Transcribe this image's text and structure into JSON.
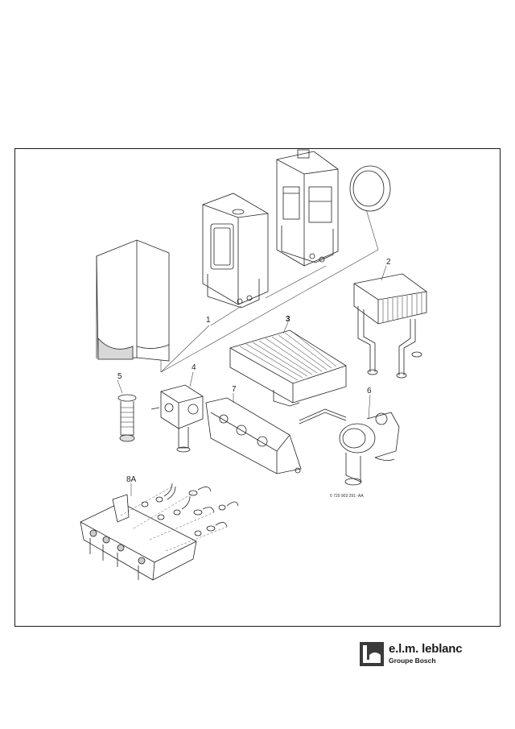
{
  "callouts": {
    "c1": "1",
    "c2": "2",
    "c3": "3",
    "c4": "4",
    "c5": "5",
    "c6": "6",
    "c7": "7",
    "c8a": "8A"
  },
  "reference_code": "6 720 903 291 -AA",
  "brand": {
    "name": "e.l.m. leblanc",
    "tagline": "Groupe Bosch",
    "logo_color": "#3a3a3a"
  }
}
